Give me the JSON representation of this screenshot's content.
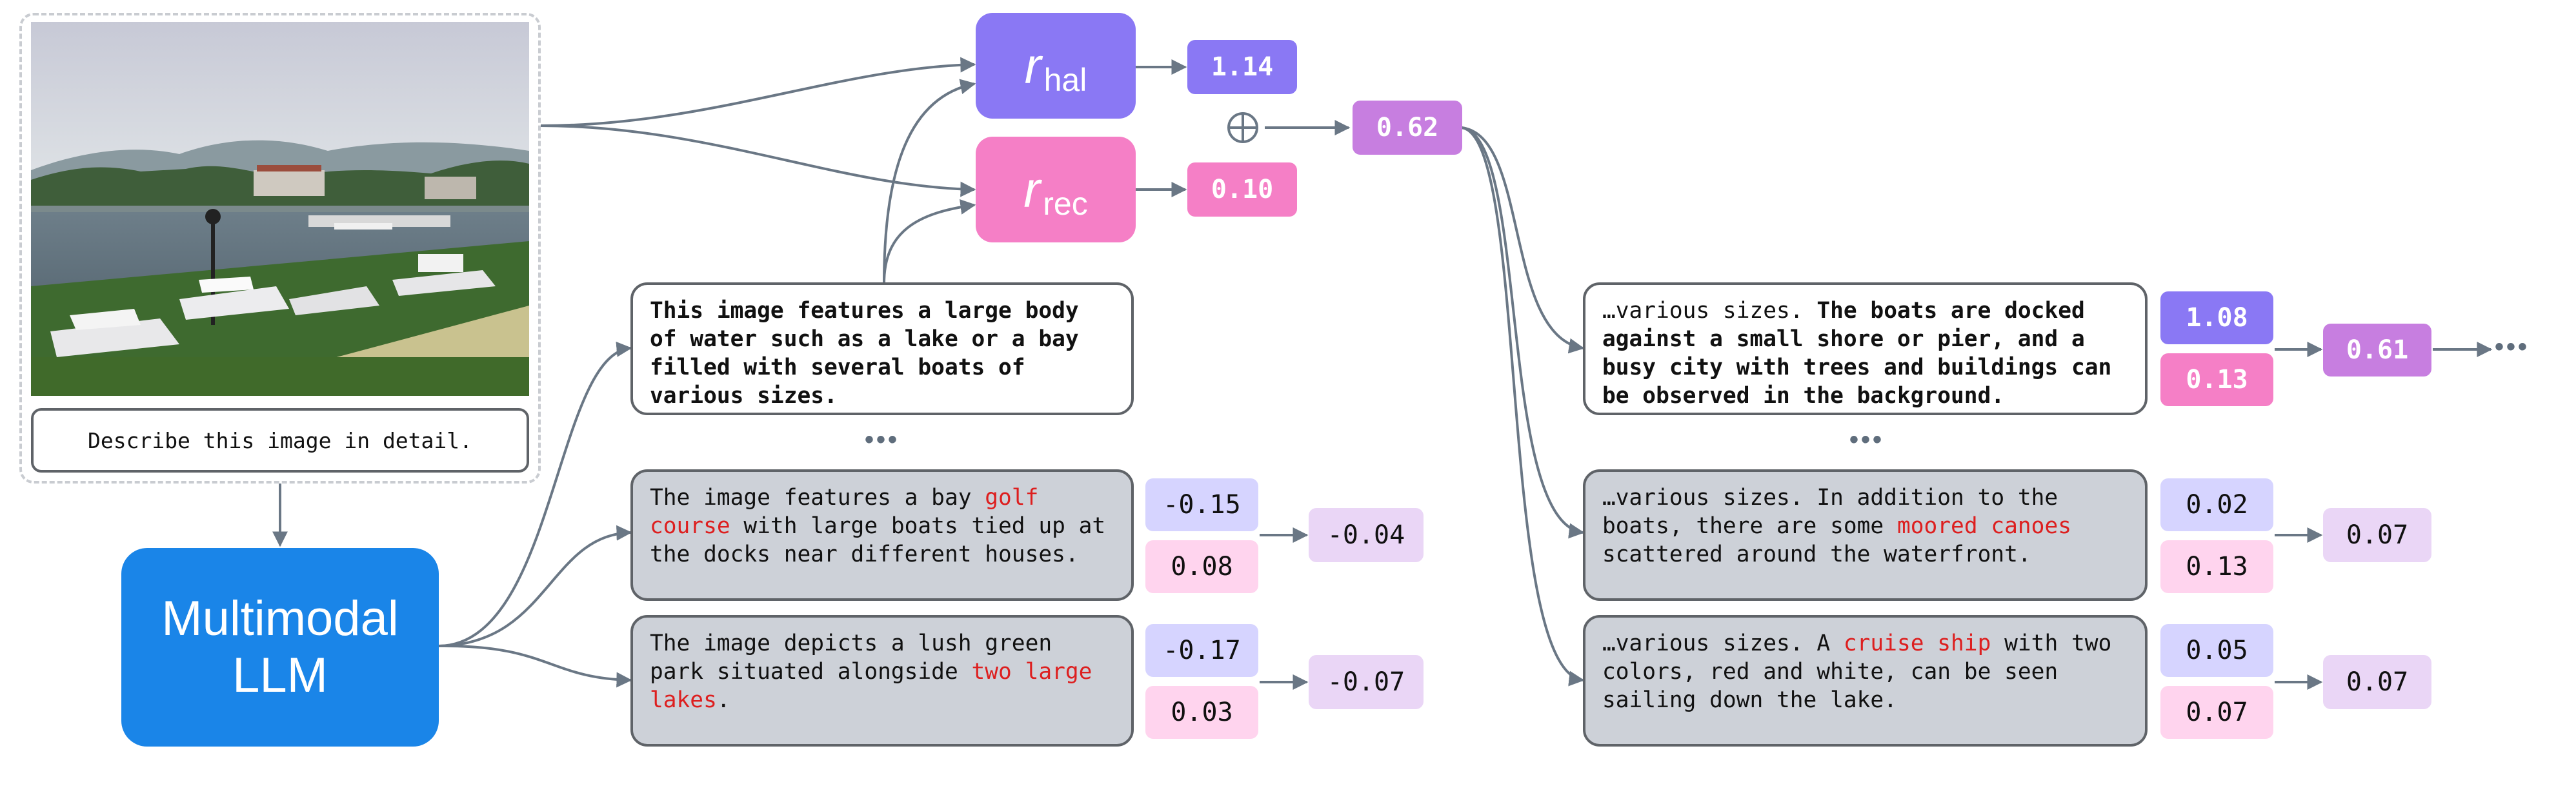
{
  "prompt": "Describe this image in detail.",
  "llm": {
    "line1": "Multimodal",
    "line2": "LLM"
  },
  "reward_models": {
    "hal": {
      "symbol": "r",
      "sub": "hal",
      "color": "#8a78f4"
    },
    "rec": {
      "symbol": "r",
      "sub": "rec",
      "color": "#f57fc6"
    }
  },
  "operator": "⊕",
  "step1": {
    "chosen": "This image features a large body of water such as a lake or a bay filled with several boats of various sizes.",
    "scores": {
      "hal": "1.14",
      "rec": "0.10",
      "combined": "0.62"
    },
    "ellipsis": "•••",
    "candidates": [
      {
        "before": "The image features a bay ",
        "error": "golf course",
        "after": " with large boats tied up at the docks near different houses.",
        "hal": "-0.15",
        "rec": "0.08",
        "combined": "-0.04"
      },
      {
        "before": "The image depicts a lush green park situated alongside ",
        "error": "two large lakes",
        "after": ".",
        "hal": "-0.17",
        "rec": "0.03",
        "combined": "-0.07"
      }
    ]
  },
  "step2": {
    "chosen": {
      "prefix": "…various sizes. ",
      "text": "The boats are docked against a small shore or pier, and a busy city with trees and buildings can be observed in the background."
    },
    "scores": {
      "hal": "1.08",
      "rec": "0.13",
      "combined": "0.61"
    },
    "ellipsis": "•••",
    "continue": "•••",
    "candidates": [
      {
        "before": "…various sizes. In addition to the boats, there are some ",
        "error": "moored canoes",
        "after": " scattered around the waterfront.",
        "hal": "0.02",
        "rec": "0.13",
        "combined": "0.07"
      },
      {
        "before": "…various sizes. A ",
        "error": "cruise ship",
        "after": " with two colors, red and white, can be seen sailing down the lake.",
        "hal": "0.05",
        "rec": "0.07",
        "combined": "0.07"
      }
    ]
  },
  "colors": {
    "llm": "#1a85e8",
    "hal_strong": "#8a78f4",
    "rec_strong": "#f57fc6",
    "combined_strong": "#c77ee0",
    "hal_light": "#d6d4ff",
    "rec_light": "#ffd4ee",
    "combined_light": "#ead6f6",
    "hallucination_text": "#dd1f1f",
    "arrow": "#6a7785"
  }
}
